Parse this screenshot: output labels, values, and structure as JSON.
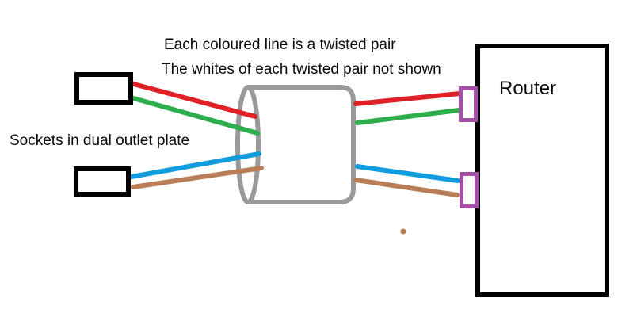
{
  "annotations": {
    "note_line1": "Each coloured line is a twisted pair",
    "note_line2": "The whites of each twisted pair not shown",
    "sockets_label": "Sockets in dual outlet plate",
    "router_label": "Router"
  },
  "colors": {
    "wire_red": "#DF2026",
    "wire_green": "#2EAD4D",
    "wire_blue": "#119CDD",
    "wire_brown": "#B97E58",
    "cable_gray": "#9A9A9A",
    "connector_purple": "#A44FA5",
    "outline_black": "#000000"
  },
  "wiring": {
    "wire_colors": [
      "red",
      "green",
      "blue",
      "brown"
    ],
    "pairs": [
      {
        "socket": "top socket",
        "wires": [
          "red",
          "green"
        ],
        "connector": "top router connector"
      },
      {
        "socket": "bottom socket",
        "wires": [
          "blue",
          "brown"
        ],
        "connector": "bottom router connector"
      }
    ]
  }
}
